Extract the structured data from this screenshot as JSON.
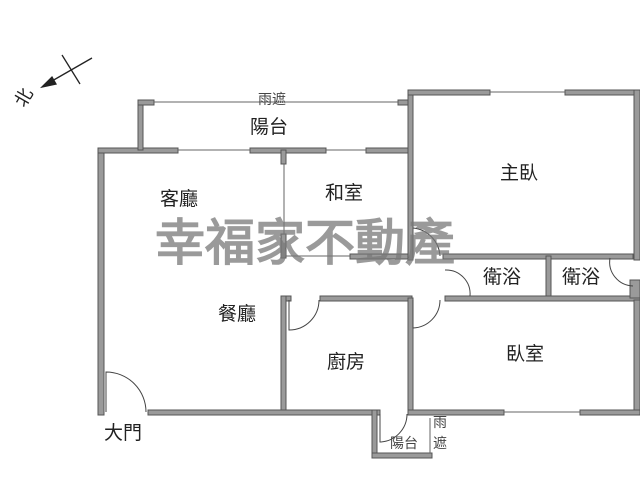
{
  "colors": {
    "wall": "#9a9a9a",
    "wall_edge": "#555555",
    "watermark": "#787878"
  },
  "compass": {
    "label": "北"
  },
  "rooms": {
    "balcony_top": "陽台",
    "rain_shade_top": "雨遮",
    "living_room": "客廳",
    "tatami_room": "和室",
    "master_bedroom": "主臥",
    "bathroom_1": "衛浴",
    "bathroom_2": "衛浴",
    "dining_room": "餐廳",
    "kitchen": "廚房",
    "bedroom": "臥室",
    "main_door": "大門",
    "balcony_small": "陽台",
    "rain_shade_small_1": "雨",
    "rain_shade_small_2": "遮"
  },
  "watermark": "幸福家不動產"
}
